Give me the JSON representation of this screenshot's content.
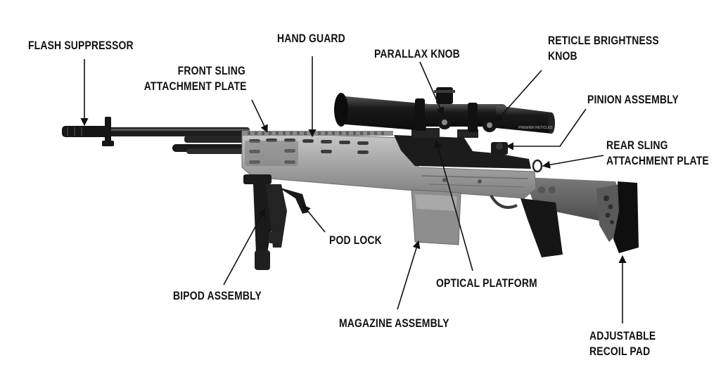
{
  "labels": {
    "flash_suppressor": "FLASH SUPPRESSOR",
    "hand_guard": "HAND GUARD",
    "front_sling_line1": "FRONT SLING",
    "front_sling_line2": "ATTACHMENT PLATE",
    "parallax_knob": "PARALLAX KNOB",
    "reticle_line1": "RETICLE BRIGHTNESS",
    "reticle_line2": "KNOB",
    "pinion_assembly": "PINION ASSEMBLY",
    "rear_sling_line1": "REAR SLING",
    "rear_sling_line2": "ATTACHMENT PLATE",
    "pod_lock": "POD LOCK",
    "optical_platform": "OPTICAL PLATFORM",
    "bipod_assembly": "BIPOD ASSEMBLY",
    "magazine_assembly": "MAGAZINE ASSEMBLY",
    "recoil_line1": "ADJUSTABLE",
    "recoil_line2": "RECOIL PAD"
  },
  "scope_text": "PREMIER RETICLES",
  "colors": {
    "background": "#ffffff",
    "text": "#111111",
    "dark_metal": "#1c1c1c",
    "chassis": "#9a9a9a",
    "chassis_light": "#b8b8b8"
  }
}
